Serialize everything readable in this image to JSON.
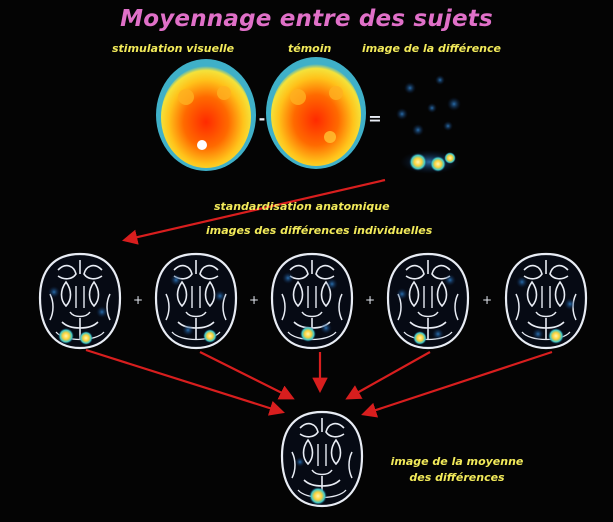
{
  "title": "Moyennage entre des sujets",
  "labels": {
    "stimulation": "stimulation visuelle",
    "temoin": "témoin",
    "difference": "image de la différence",
    "standardisation": "standardisation anatomique",
    "individuelles": "images des différences individuelles",
    "moyenne_line1": "image de la moyenne",
    "moyenne_line2": "des différences"
  },
  "operators": {
    "minus": "-",
    "equals": "=",
    "plus": "+"
  },
  "colors": {
    "title": "#e070c8",
    "label": "#f2ea5a",
    "arrow": "#d81e1e",
    "background": "#040404"
  },
  "individual_scan_count": 5
}
